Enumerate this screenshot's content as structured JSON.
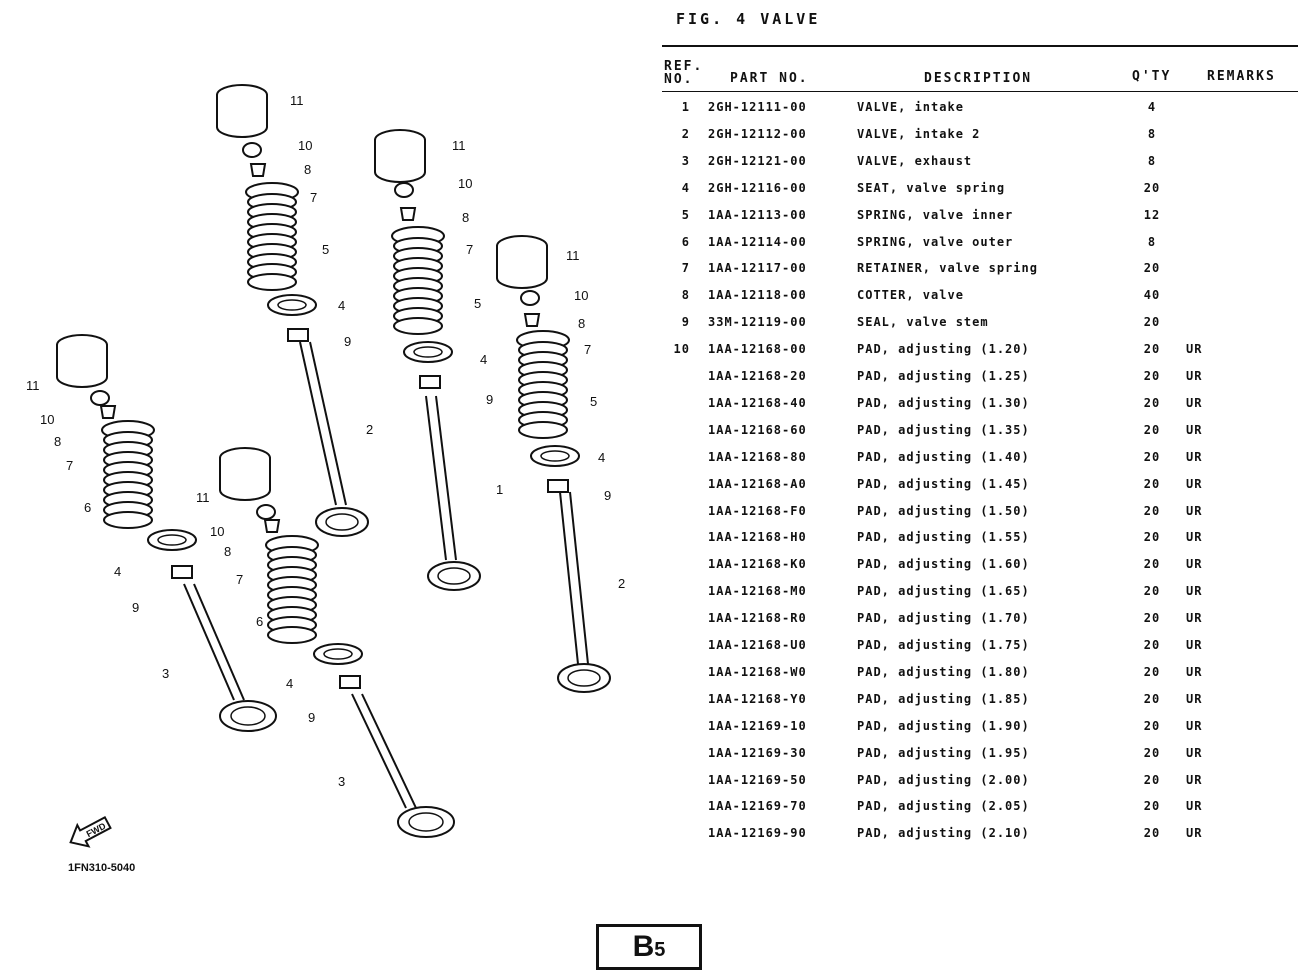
{
  "figure": {
    "title": "FIG. 4 VALVE",
    "code": "1FN310-5040",
    "page_letter": "B",
    "page_number": "5",
    "arrow_label": "FWD"
  },
  "table": {
    "headers": {
      "ref_line1": "REF.",
      "ref_line2": "NO.",
      "part_no": "PART NO.",
      "description": "DESCRIPTION",
      "qty": "Q'TY",
      "remarks": "REMARKS"
    },
    "rows": [
      {
        "ref": "1",
        "part": "2GH-12111-00",
        "desc": "VALVE, intake",
        "qty": "4",
        "remarks": ""
      },
      {
        "ref": "2",
        "part": "2GH-12112-00",
        "desc": "VALVE, intake 2",
        "qty": "8",
        "remarks": ""
      },
      {
        "ref": "3",
        "part": "2GH-12121-00",
        "desc": "VALVE, exhaust",
        "qty": "8",
        "remarks": ""
      },
      {
        "ref": "4",
        "part": "2GH-12116-00",
        "desc": "SEAT, valve spring",
        "qty": "20",
        "remarks": ""
      },
      {
        "ref": "5",
        "part": "1AA-12113-00",
        "desc": "SPRING, valve inner",
        "qty": "12",
        "remarks": ""
      },
      {
        "ref": "6",
        "part": "1AA-12114-00",
        "desc": "SPRING, valve outer",
        "qty": "8",
        "remarks": ""
      },
      {
        "ref": "7",
        "part": "1AA-12117-00",
        "desc": "RETAINER, valve spring",
        "qty": "20",
        "remarks": ""
      },
      {
        "ref": "8",
        "part": "1AA-12118-00",
        "desc": "COTTER, valve",
        "qty": "40",
        "remarks": ""
      },
      {
        "ref": "9",
        "part": "33M-12119-00",
        "desc": "SEAL, valve stem",
        "qty": "20",
        "remarks": ""
      },
      {
        "ref": "10",
        "part": "1AA-12168-00",
        "desc": "PAD, adjusting (1.20)",
        "qty": "20",
        "remarks": "UR"
      },
      {
        "ref": "",
        "part": "1AA-12168-20",
        "desc": "PAD, adjusting (1.25)",
        "qty": "20",
        "remarks": "UR"
      },
      {
        "ref": "",
        "part": "1AA-12168-40",
        "desc": "PAD, adjusting (1.30)",
        "qty": "20",
        "remarks": "UR"
      },
      {
        "ref": "",
        "part": "1AA-12168-60",
        "desc": "PAD, adjusting (1.35)",
        "qty": "20",
        "remarks": "UR"
      },
      {
        "ref": "",
        "part": "1AA-12168-80",
        "desc": "PAD, adjusting (1.40)",
        "qty": "20",
        "remarks": "UR"
      },
      {
        "ref": "",
        "part": "1AA-12168-A0",
        "desc": "PAD, adjusting (1.45)",
        "qty": "20",
        "remarks": "UR"
      },
      {
        "ref": "",
        "part": "1AA-12168-F0",
        "desc": "PAD, adjusting (1.50)",
        "qty": "20",
        "remarks": "UR"
      },
      {
        "ref": "",
        "part": "1AA-12168-H0",
        "desc": "PAD, adjusting (1.55)",
        "qty": "20",
        "remarks": "UR"
      },
      {
        "ref": "",
        "part": "1AA-12168-K0",
        "desc": "PAD, adjusting (1.60)",
        "qty": "20",
        "remarks": "UR"
      },
      {
        "ref": "",
        "part": "1AA-12168-M0",
        "desc": "PAD, adjusting (1.65)",
        "qty": "20",
        "remarks": "UR"
      },
      {
        "ref": "",
        "part": "1AA-12168-R0",
        "desc": "PAD, adjusting (1.70)",
        "qty": "20",
        "remarks": "UR"
      },
      {
        "ref": "",
        "part": "1AA-12168-U0",
        "desc": "PAD, adjusting (1.75)",
        "qty": "20",
        "remarks": "UR"
      },
      {
        "ref": "",
        "part": "1AA-12168-W0",
        "desc": "PAD, adjusting (1.80)",
        "qty": "20",
        "remarks": "UR"
      },
      {
        "ref": "",
        "part": "1AA-12168-Y0",
        "desc": "PAD, adjusting (1.85)",
        "qty": "20",
        "remarks": "UR"
      },
      {
        "ref": "",
        "part": "1AA-12169-10",
        "desc": "PAD, adjusting (1.90)",
        "qty": "20",
        "remarks": "UR"
      },
      {
        "ref": "",
        "part": "1AA-12169-30",
        "desc": "PAD, adjusting (1.95)",
        "qty": "20",
        "remarks": "UR"
      },
      {
        "ref": "",
        "part": "1AA-12169-50",
        "desc": "PAD, adjusting (2.00)",
        "qty": "20",
        "remarks": "UR"
      },
      {
        "ref": "",
        "part": "1AA-12169-70",
        "desc": "PAD, adjusting (2.05)",
        "qty": "20",
        "remarks": "UR"
      },
      {
        "ref": "",
        "part": "1AA-12169-90",
        "desc": "PAD, adjusting (2.10)",
        "qty": "20",
        "remarks": "UR"
      }
    ]
  },
  "callouts": {
    "a": {
      "n11": "11",
      "n10": "10",
      "n8": "8",
      "n7": "7",
      "n5": "5",
      "n4": "4",
      "n9": "9",
      "n2": "2"
    },
    "b": {
      "n11": "11",
      "n10": "10",
      "n8": "8",
      "n7": "7",
      "n5": "5",
      "n4": "4",
      "n9": "9",
      "n1": "1"
    },
    "c": {
      "n11": "11",
      "n10": "10",
      "n8": "8",
      "n7": "7",
      "n5": "5",
      "n4": "4",
      "n9": "9",
      "n2": "2"
    },
    "d": {
      "n11": "11",
      "n10": "10",
      "n8": "8",
      "n7": "7",
      "n6": "6",
      "n4": "4",
      "n9": "9",
      "n3": "3"
    },
    "e": {
      "n11": "11",
      "n10": "10",
      "n8": "8",
      "n7": "7",
      "n6": "6",
      "n4": "4",
      "n9": "9",
      "n3": "3"
    }
  }
}
